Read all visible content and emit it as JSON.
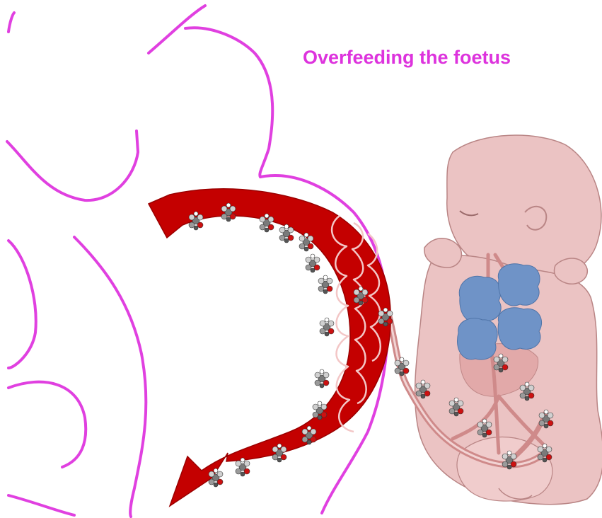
{
  "title": "Overfeeding the foetus",
  "colors": {
    "title": "#dd33dd",
    "outline": "#e040e0",
    "arrow": "#c40000",
    "arrow_dark": "#9a0000",
    "placenta_villi": "#f3c6c6",
    "fetus_skin": "#ebc3c3",
    "fetus_line": "#b98585",
    "fetus_vessels": "#cf8a8a",
    "fat_clusters": "#6f93c7",
    "molecule_grey": "#7a7a7a",
    "molecule_red": "#cc1111"
  },
  "elements": {
    "mother_outline": "pregnant-mother-outline",
    "nutrient_arrow": "curved-nutrient-arrow",
    "placenta": "placenta-villi",
    "umbilical_cord": "umbilical-cord",
    "fetus": "fetus-illustration",
    "fat_stores": "fetal-fat-clusters",
    "nutrient_molecules": "glucose-molecule-icon"
  }
}
